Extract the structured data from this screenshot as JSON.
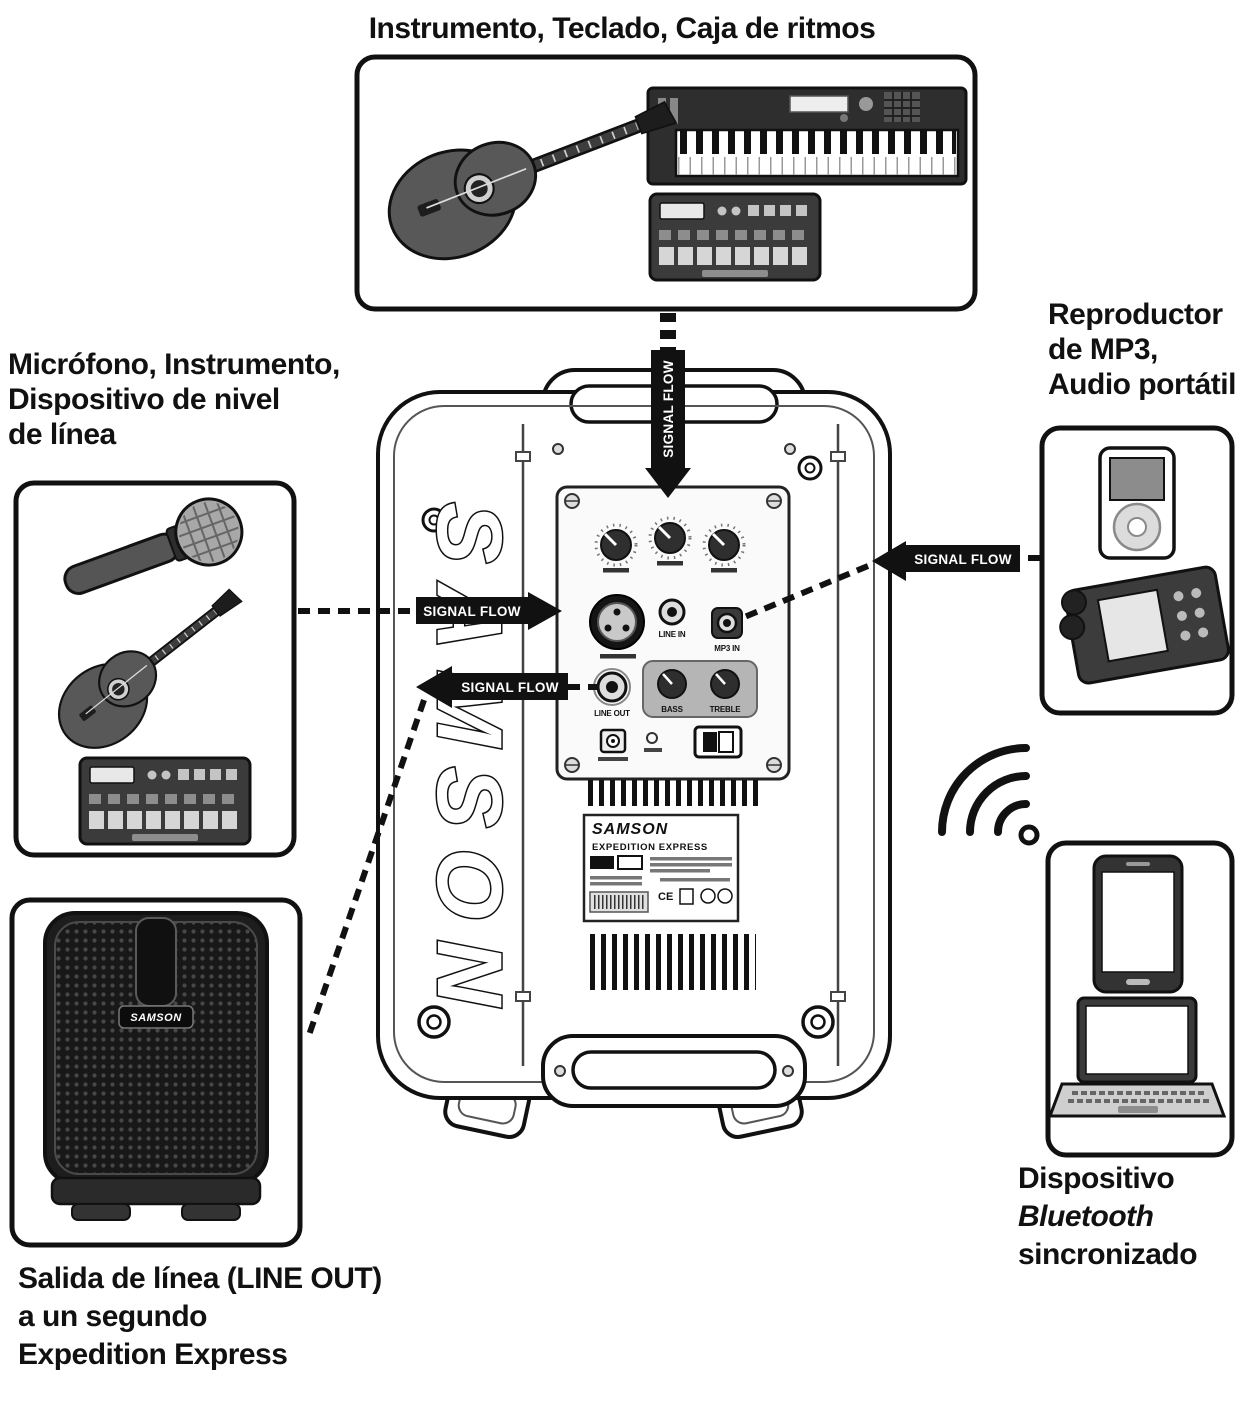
{
  "colors": {
    "ink": "#111111",
    "paper": "#ffffff"
  },
  "labels": {
    "top_title": "Instrumento, Teclado, Caja de ritmos",
    "mic_source": [
      "Micrófono, Instrumento,",
      "Dispositivo de nivel",
      "de línea"
    ],
    "mp3_source": [
      "Reproductor",
      "de MP3,",
      "Audio portátil"
    ],
    "bluetooth": [
      "Dispositivo",
      "Bluetooth",
      "sincronizado"
    ],
    "line_out": [
      "Salida de línea (LINE OUT)",
      "a un segundo",
      "Expedition Express"
    ]
  },
  "signal_flow_label": "SIGNAL FLOW",
  "speaker": {
    "brand_vertical": "SAMSON",
    "badge": "SAMSON",
    "plate_brand": "SAMSON",
    "plate_model": "EXPEDITION EXPRESS",
    "plate_ce": "CE",
    "panel": {
      "line_in": "LINE IN",
      "mp3_in": "MP3 IN",
      "line_out": "LINE OUT",
      "bass": "BASS",
      "treble": "TREBLE"
    }
  }
}
